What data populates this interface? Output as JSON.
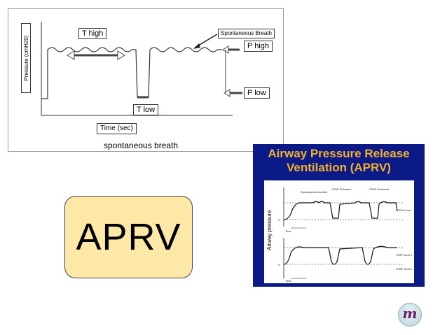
{
  "diagram": {
    "ylabel": "Pressure (cmH20)",
    "t_high": "T high",
    "t_low": "T low",
    "p_high": "P high",
    "p_low": "P low",
    "spontaneous_breath": "Spontaneous Breath",
    "xlabel": "Time (sec)",
    "caption": "spontaneous breath"
  },
  "badge": {
    "text": "APRV"
  },
  "slide": {
    "title_line1": "Airway Pressure Release",
    "title_line2": "Ventilation (APRV)",
    "graph": {
      "ylabel": "Airway pressure",
      "spontaneous_breaths": "Spontaneous breaths",
      "cpap_released": "CPAP Released",
      "cpap_restored": "CPAP Restored",
      "cpap_level": "CPAP level",
      "cpap_level_1": "CPAP level 1",
      "cpap_level_2": "CPAP level 2",
      "time_top": "Time",
      "time_bottom": "Time",
      "zero_top": "0",
      "zero_bottom": "0"
    }
  },
  "colors": {
    "slide_bg": "#0b1a86",
    "slide_title": "#f2b22c",
    "badge_fill": "#fde8a8"
  },
  "logo": {
    "icon": "m-monogram-logo"
  }
}
